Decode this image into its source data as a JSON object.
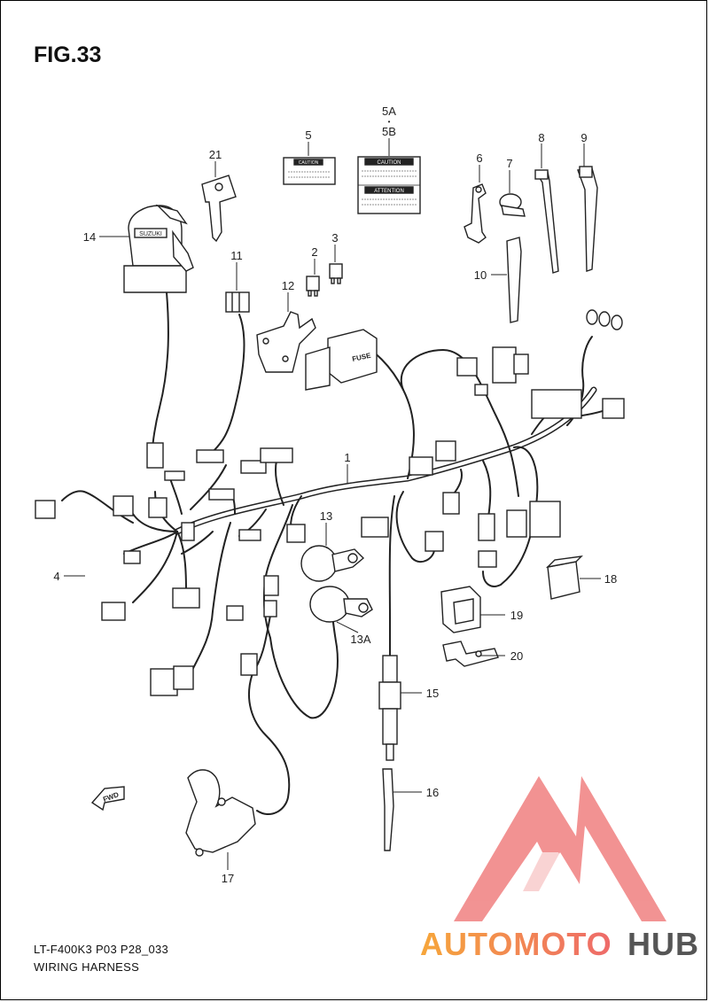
{
  "figure": {
    "title": "FIG.33",
    "footer_code": "LT-F400K3 P03 P28_033",
    "footer_name": "WIRING HARNESS"
  },
  "callouts": [
    {
      "id": "c1",
      "label": "1"
    },
    {
      "id": "c2",
      "label": "2"
    },
    {
      "id": "c3",
      "label": "3"
    },
    {
      "id": "c4",
      "label": "4"
    },
    {
      "id": "c5",
      "label": "5"
    },
    {
      "id": "c5a",
      "label": "5A"
    },
    {
      "id": "c5dot",
      "label": "•"
    },
    {
      "id": "c5b",
      "label": "5B"
    },
    {
      "id": "c6",
      "label": "6"
    },
    {
      "id": "c7",
      "label": "7"
    },
    {
      "id": "c8",
      "label": "8"
    },
    {
      "id": "c9",
      "label": "9"
    },
    {
      "id": "c10",
      "label": "10"
    },
    {
      "id": "c11",
      "label": "11"
    },
    {
      "id": "c12",
      "label": "12"
    },
    {
      "id": "c13",
      "label": "13"
    },
    {
      "id": "c13a",
      "label": "13A"
    },
    {
      "id": "c14",
      "label": "14"
    },
    {
      "id": "c15",
      "label": "15"
    },
    {
      "id": "c16",
      "label": "16"
    },
    {
      "id": "c17",
      "label": "17"
    },
    {
      "id": "c18",
      "label": "18"
    },
    {
      "id": "c19",
      "label": "19"
    },
    {
      "id": "c20",
      "label": "20"
    },
    {
      "id": "c21",
      "label": "21"
    }
  ],
  "part_text": {
    "caution_small": "CAUTION",
    "caution_large": "CAUTION",
    "attention": "ATTENTION",
    "fuse": "FUSE",
    "fwd": "FWD",
    "key_brand": "SUZUKI"
  },
  "watermark": {
    "part1": "AUTOMOTO",
    "part2": "HUB",
    "color_primary": "#f4a13a",
    "color_secondary": "#ee6a6a",
    "color_dark": "#555555"
  }
}
